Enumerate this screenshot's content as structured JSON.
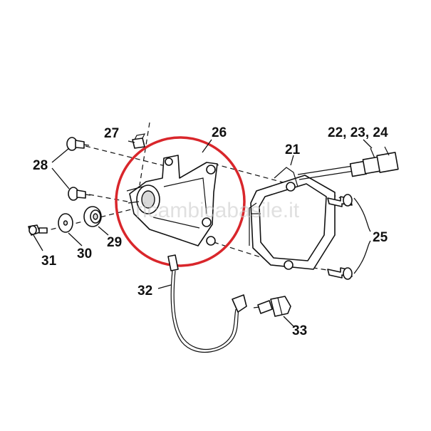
{
  "diagram": {
    "highlight_color": "#d9262b",
    "line_color": "#111111",
    "watermark": "ricambicabasile.it",
    "callouts": {
      "p21": "21",
      "p22_24": "22, 23, 24",
      "p25": "25",
      "p26": "26",
      "p27": "27",
      "p28": "28",
      "p29": "29",
      "p30": "30",
      "p31": "31",
      "p32": "32",
      "p33": "33"
    }
  }
}
